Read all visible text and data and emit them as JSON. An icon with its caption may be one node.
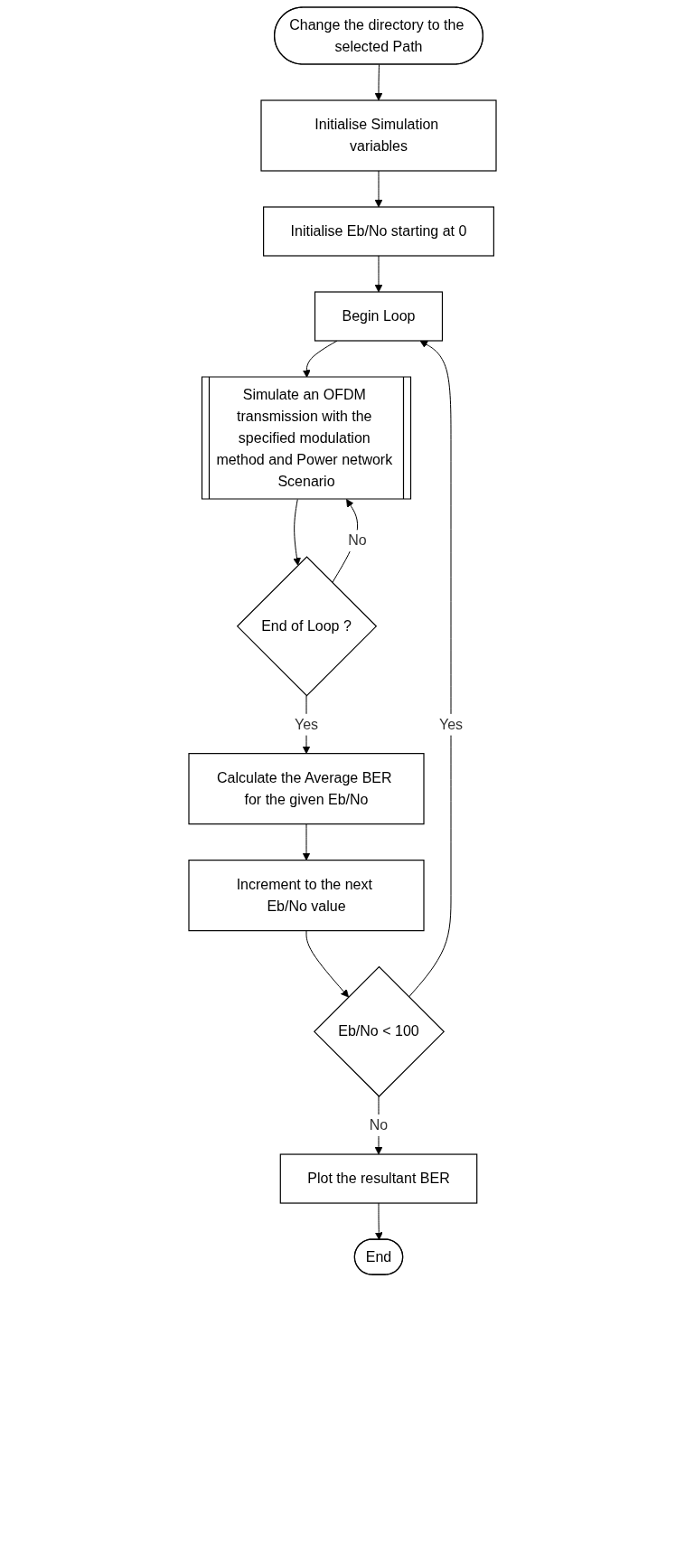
{
  "diagram": {
    "nodes": [
      {
        "text": [
          "Change the directory to the selected Path"
        ]
      },
      {
        "text": [
          "Initialise Simulation variables"
        ]
      },
      {
        "text": [
          "Initialise Eb/No starting at 0"
        ]
      },
      {
        "text": [
          "Begin Loop"
        ]
      },
      {
        "text": [
          "Simulate an OFDM transmission with the specified modulation method and Power network Scenario"
        ]
      },
      {
        "text": [
          "End of Loop ?"
        ]
      },
      {
        "text": [
          "Calculate the Average BER for the given Eb/No"
        ]
      },
      {
        "text": [
          "Increment to the next Eb/No value"
        ]
      },
      {
        "text": [
          "Eb/No < 100"
        ]
      },
      {
        "text": [
          "Plot the resultant BER"
        ]
      },
      {
        "text": [
          "End"
        ]
      }
    ],
    "edges": [
      {
        "from": 0,
        "to": 1,
        "arrow": "to"
      },
      {
        "from": 1,
        "to": 2,
        "arrow": "to"
      },
      {
        "from": 2,
        "to": 3,
        "arrow": "to"
      },
      {
        "from": 3,
        "to": 4,
        "arrow": "to"
      },
      {
        "from": 4,
        "to": 5,
        "arrow": "to"
      },
      {
        "from": 5,
        "to": 4,
        "label": "No",
        "arrow": "to"
      },
      {
        "from": 5,
        "to": 6,
        "label": "Yes",
        "arrow": "to"
      },
      {
        "from": 6,
        "to": 7,
        "arrow": "to"
      },
      {
        "from": 7,
        "to": 8,
        "arrow": "to"
      },
      {
        "from": 8,
        "to": 3,
        "label": "Yes",
        "arrow": "to"
      },
      {
        "from": 8,
        "to": 9,
        "label": "No",
        "arrow": "to"
      },
      {
        "from": 9,
        "to": 10,
        "arrow": "to"
      }
    ]
  }
}
